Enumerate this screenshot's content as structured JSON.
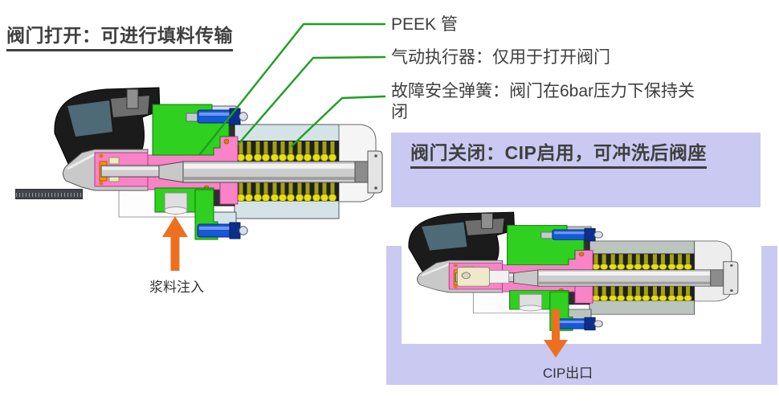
{
  "left_section": {
    "title": "阀门打开：可进行填料传输",
    "flow_label": "浆料注入"
  },
  "right_section": {
    "title": "阀门关闭：CIP启用，可冲洗后阀座",
    "flow_label": "CIP出口"
  },
  "annotations": {
    "peek": "PEEK 管",
    "actuator": "气动执行器：仅用于打开阀门",
    "spring": "故障安全弹簧：阀门在6bar压力下保持关\n闭"
  },
  "colors": {
    "callout_green": "#1e9e22",
    "arrow_orange": "#ed7021",
    "panel_lavender": "#c9c9f1",
    "valve_body_green": "#2fd01f",
    "seal_pink": "#f883c6",
    "spring_yellow": "#e8df12",
    "housing_cyan": "#d4e4e6",
    "housing_gray_green": "#bcc4be",
    "fitting_blue": "#1558d8",
    "title_text": "#3f3f3f",
    "annotation_text": "#3d3d3d"
  }
}
